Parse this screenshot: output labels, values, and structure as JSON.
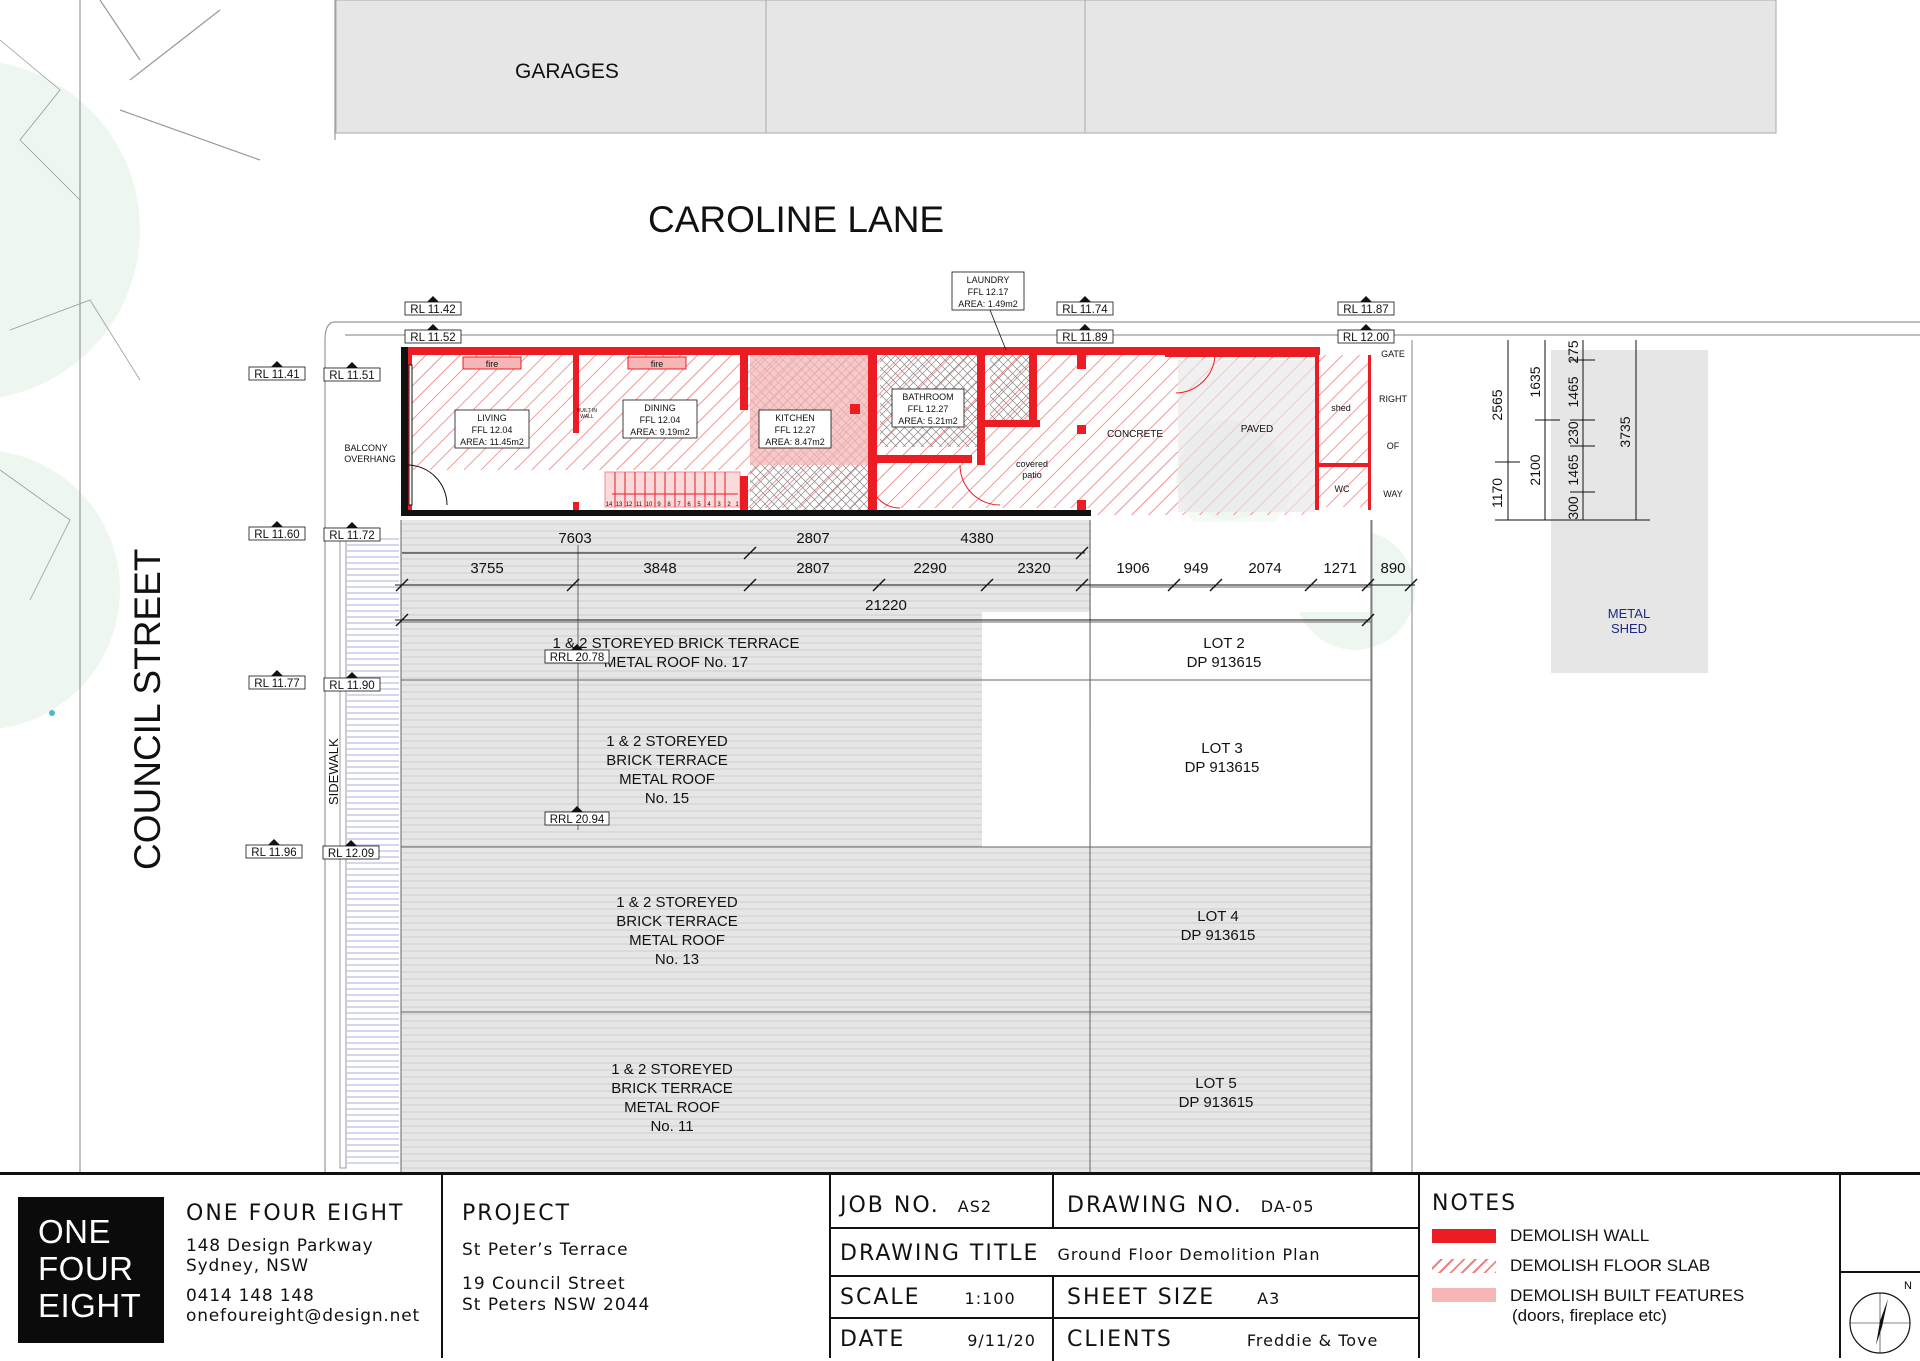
{
  "street_labels": {
    "lane": "CAROLINE LANE",
    "street": "COUNCIL STREET",
    "sidewalk": "SIDEWALK",
    "garages": "GARAGES",
    "metal_shed": [
      "METAL",
      "SHED"
    ]
  },
  "rl_tags": [
    "RL 11.42",
    "RL 11.52",
    "RL 11.74",
    "RL 11.89",
    "RL 11.87",
    "RL 12.00",
    "RL 11.41",
    "RL 11.51",
    "RL 11.60",
    "RL 11.72",
    "RL 11.77",
    "RL 11.90",
    "RL 11.96",
    "RL 12.09",
    "RRL 20.78",
    "RRL 20.94"
  ],
  "rooms": {
    "living": [
      "LIVING",
      "FFL 12.04",
      "AREA: 11.45m2"
    ],
    "dining": [
      "DINING",
      "FFL 12.04",
      "AREA: 9.19m2"
    ],
    "kitchen": [
      "KITCHEN",
      "FFL 12.27",
      "AREA: 8.47m2"
    ],
    "bathroom": [
      "BATHROOM",
      "FFL 12.27",
      "AREA: 5.21m2"
    ],
    "laundry": [
      "LAUNDRY",
      "FFL 12.17",
      "AREA: 1.49m2"
    ],
    "fire": "fire",
    "balcony": [
      "BALCONY",
      "OVERHANG"
    ],
    "covered_patio": [
      "covered",
      "patio"
    ],
    "concrete": "CONCRETE",
    "paved": "PAVED",
    "shed": "shed",
    "wc": "WC",
    "row": [
      "GATE",
      "RIGHT",
      "OF",
      "WAY"
    ],
    "built_in_wall": [
      "BUILT IN",
      "WALL"
    ]
  },
  "dimensions": {
    "row1": [
      "7603",
      "2807",
      "4380"
    ],
    "row2": [
      "3755",
      "3848",
      "2807",
      "2290",
      "2320",
      "1906",
      "949",
      "2074",
      "1271",
      "890"
    ],
    "total": "21220",
    "stair": [
      "14",
      "13",
      "12",
      "11",
      "10",
      "9",
      "8",
      "7",
      "6",
      "5",
      "4",
      "3",
      "2",
      "1"
    ],
    "vertical": [
      "2565",
      "1170",
      "1635",
      "2100",
      "275",
      "1465",
      "230",
      "1465",
      "300",
      "3735"
    ]
  },
  "neighbours": [
    {
      "lines": [
        "1 & 2 STOREYED BRICK TERRACE",
        "METAL ROOF No. 17"
      ],
      "lot": [
        "LOT 2",
        "DP 913615"
      ]
    },
    {
      "lines": [
        "1 & 2 STOREYED",
        "BRICK TERRACE",
        "METAL ROOF",
        "No. 15"
      ],
      "lot": [
        "LOT 3",
        "DP 913615"
      ]
    },
    {
      "lines": [
        "1 & 2 STOREYED",
        "BRICK TERRACE",
        "METAL ROOF",
        "No. 13"
      ],
      "lot": [
        "LOT 4",
        "DP 913615"
      ]
    },
    {
      "lines": [
        "1 & 2 STOREYED",
        "BRICK TERRACE",
        "METAL ROOF",
        "No. 11"
      ],
      "lot": [
        "LOT 5",
        "DP 913615"
      ]
    }
  ],
  "titleblock": {
    "logo": [
      "ONE",
      "FOUR",
      "EIGHT"
    ],
    "firm_name": "ONE FOUR EIGHT",
    "address1": "148 Design Parkway",
    "address2": "Sydney, NSW",
    "phone": "0414 148 148",
    "email": "onefoureight@design.net",
    "project_label": "PROJECT",
    "project_name": "St Peter’s Terrace",
    "project_addr1": "19 Council Street",
    "project_addr2": "St Peters NSW 2044",
    "job_label": "JOB NO.",
    "job_value": "AS2",
    "drawing_no_label": "DRAWING NO.",
    "drawing_no_value": "DA-05",
    "drawing_title_label": "DRAWING TITLE",
    "drawing_title_value": "Ground Floor Demolition Plan",
    "scale_label": "SCALE",
    "scale_value": "1:100",
    "sheet_label": "SHEET SIZE",
    "sheet_value": "A3",
    "date_label": "DATE",
    "date_value": "9/11/20",
    "clients_label": "CLIENTS",
    "clients_value": "Freddie & Tove",
    "notes_label": "NOTES",
    "notes": [
      "DEMOLISH WALL",
      "DEMOLISH FLOOR SLAB",
      "DEMOLISH BUILT FEATURES",
      "(doors, fireplace etc)"
    ],
    "north": "N"
  },
  "colors": {
    "demolish": "#ec1c24",
    "hatch": "#f08080",
    "built": "#f7b6b6",
    "roof": "#e6e6e6",
    "tree": "#eef7ef"
  }
}
